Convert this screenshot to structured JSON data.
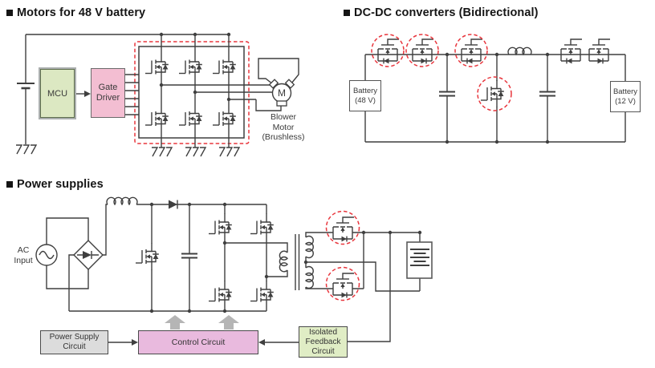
{
  "colors": {
    "wire": "#3f3f3f",
    "red_dash": "#e8363d",
    "mcu_fill": "#dce8c2",
    "gate_driver_fill": "#f3bed2",
    "control_fill": "#e9bade",
    "power_supply_fill": "#dcdcdc",
    "feedback_fill": "#e0edc5",
    "arrow_gray": "#b5b5b5"
  },
  "sections": {
    "motors": {
      "title": "Motors for 48 V battery",
      "mcu_label": "MCU",
      "gate_driver_l1": "Gate",
      "gate_driver_l2": "Driver",
      "motor_letter": "M",
      "motor_caption": [
        "Blower",
        "Motor",
        "(Brushless)"
      ]
    },
    "dcdc": {
      "title": "DC-DC converters (Bidirectional)",
      "battery48_l1": "Battery",
      "battery48_l2": "(48 V)",
      "battery12_l1": "Battery",
      "battery12_l2": "(12 V)"
    },
    "power": {
      "title": "Power supplies",
      "ac_l1": "AC",
      "ac_l2": "Input",
      "psu_l1": "Power Supply",
      "psu_l2": "Circuit",
      "control_label": "Control Circuit",
      "feedback_l1": "Isolated",
      "feedback_l2": "Feedback",
      "feedback_l3": "Circuit"
    }
  }
}
